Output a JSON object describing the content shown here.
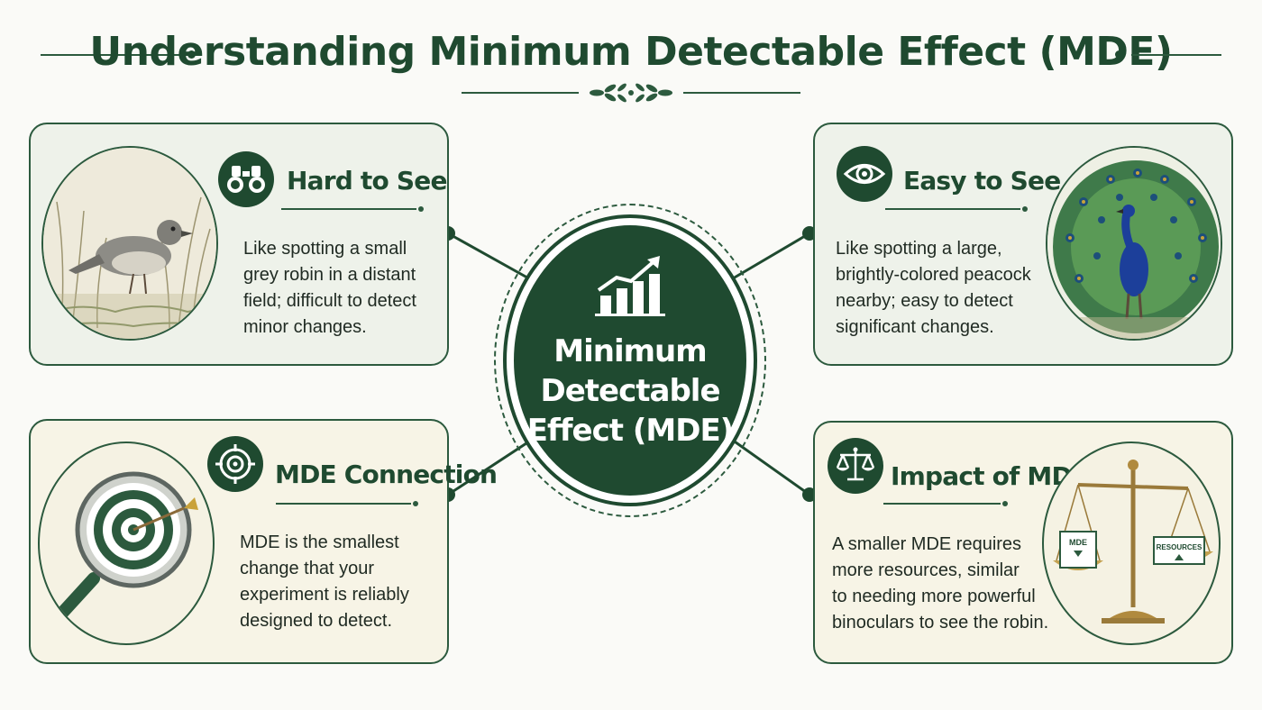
{
  "title": "Understanding Minimum Detectable Effect (MDE)",
  "hub": {
    "line1": "Minimum",
    "line2": "Detectable",
    "line3": "Effect (MDE)"
  },
  "cards": {
    "hard": {
      "title": "Hard to See",
      "lines": [
        "Like spotting a small",
        "grey robin in a distant",
        "field; difficult to detect",
        "minor changes."
      ]
    },
    "easy": {
      "title": "Easy to See",
      "lines": [
        "Like spotting a large,",
        "brightly-colored peacock",
        "nearby; easy to detect",
        "significant changes."
      ]
    },
    "connection": {
      "title": "MDE Connection",
      "lines": [
        "MDE is the smallest",
        "change that your",
        "experiment is reliably",
        "designed to detect."
      ]
    },
    "impact": {
      "title": "Impact of MDE",
      "lines": [
        "A smaller MDE requires",
        "more resources, similar",
        "to needing more powerful",
        "binoculars to see the robin."
      ]
    }
  },
  "scale_labels": {
    "left": "MDE",
    "right": "RESOURCES"
  },
  "colors": {
    "primary": "#1f4a30",
    "border": "#2c5a3e",
    "card_green": "#eef2ea",
    "card_cream": "#f7f4e6"
  }
}
